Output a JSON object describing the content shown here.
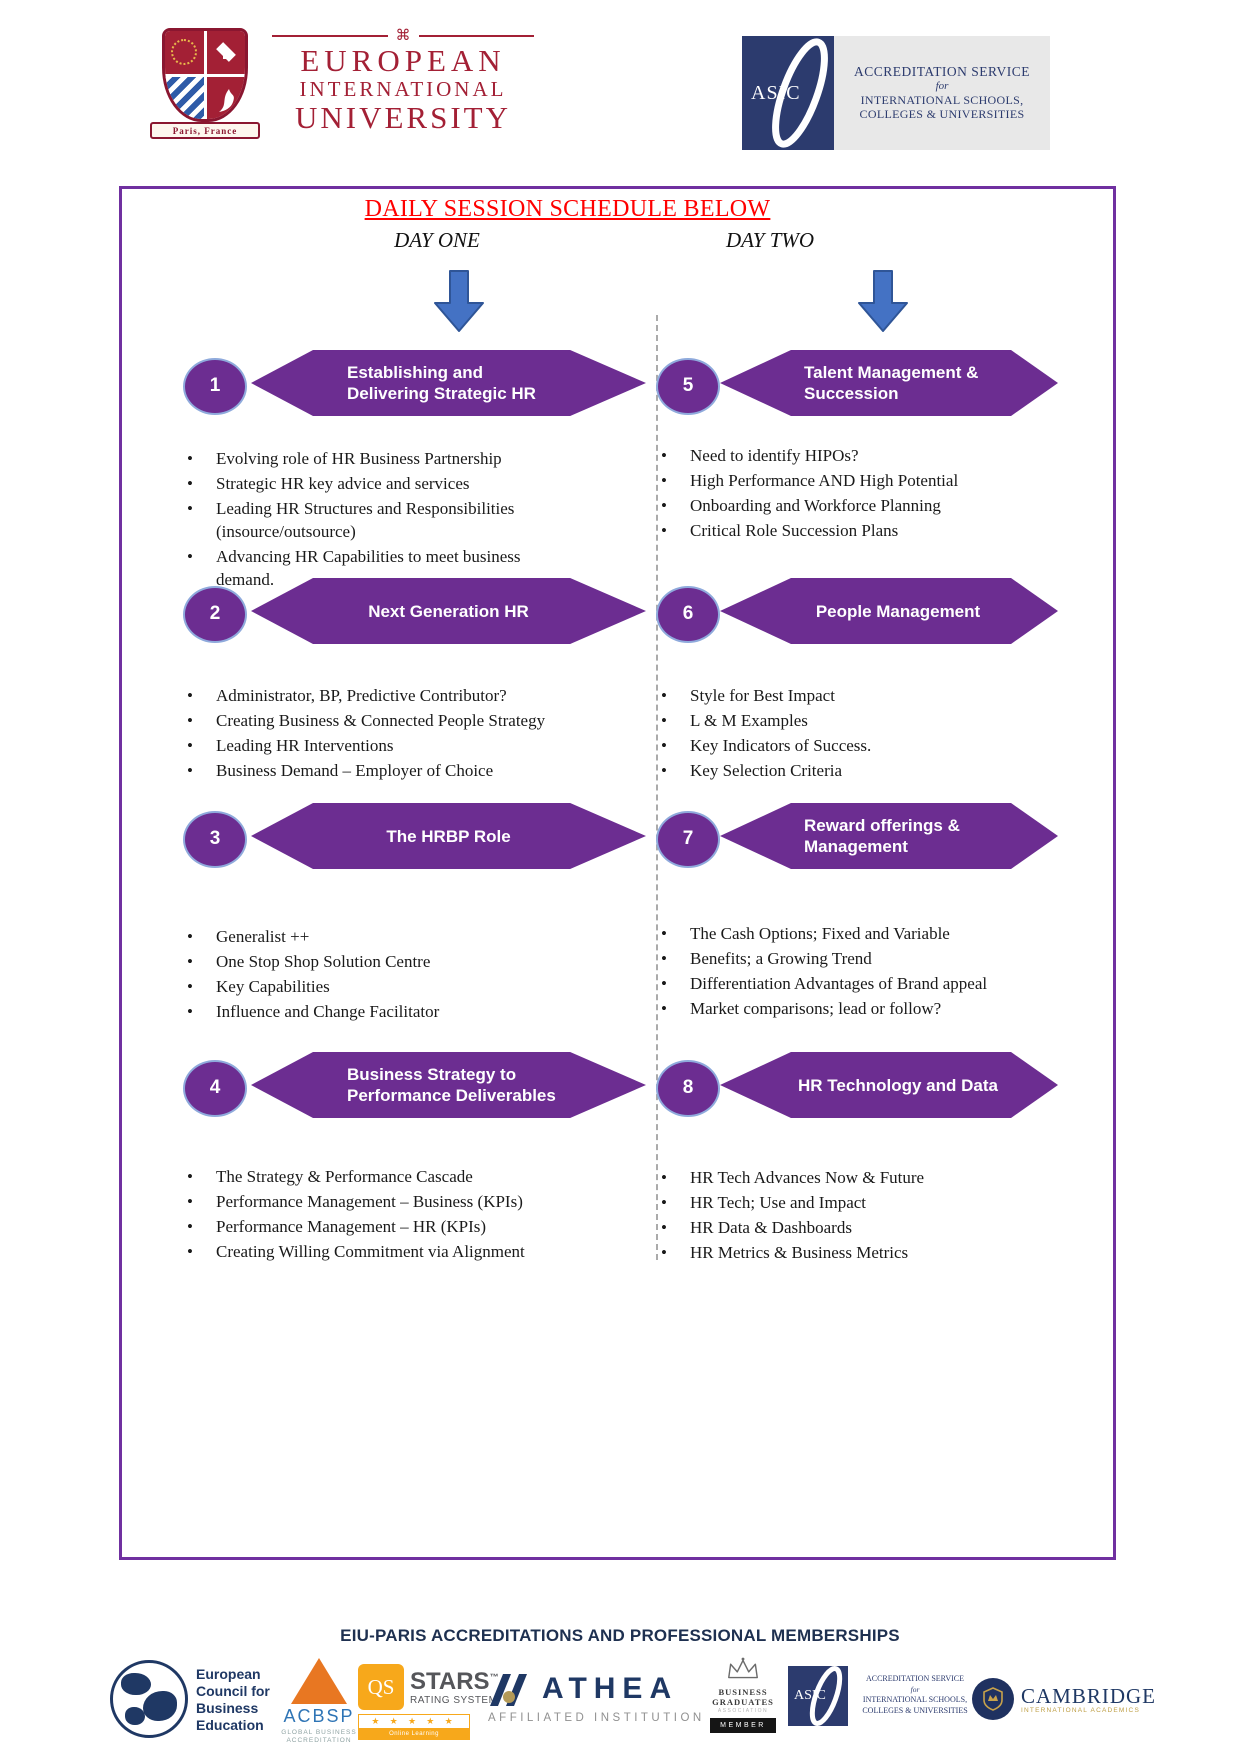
{
  "header": {
    "university_logo": {
      "ornament": "⌘",
      "line1": "EUROPEAN",
      "line2": "INTERNATIONAL",
      "line3": "UNIVERSITY",
      "ribbon": "Paris, France"
    },
    "asic_badge": {
      "acronym": "ASIC",
      "line1": "ACCREDITATION SERVICE",
      "line2": "for",
      "line3": "INTERNATIONAL SCHOOLS,",
      "line4": "COLLEGES & UNIVERSITIES"
    }
  },
  "schedule": {
    "title": "DAILY SESSION SCHEDULE BELOW",
    "day_one_label": "DAY ONE",
    "day_two_label": "DAY TWO",
    "day_one_sessions": [
      {
        "number": "1",
        "title_lines": [
          "Establishing and",
          "Delivering Strategic HR"
        ],
        "bullets": [
          "Evolving role of HR Business Partnership",
          "Strategic HR key advice and services",
          "Leading HR Structures and Responsibilities\n(insource/outsource)",
          "Advancing HR Capabilities to meet business demand."
        ]
      },
      {
        "number": "2",
        "title_lines": [
          "Next Generation HR"
        ],
        "bullets": [
          "Administrator, BP, Predictive Contributor?",
          "Creating Business & Connected People Strategy",
          "Leading HR Interventions",
          "Business Demand – Employer of Choice"
        ]
      },
      {
        "number": "3",
        "title_lines": [
          "The HRBP Role"
        ],
        "bullets": [
          "Generalist ++",
          "One Stop Shop Solution Centre",
          "Key Capabilities",
          "Influence and Change Facilitator"
        ]
      },
      {
        "number": "4",
        "title_lines": [
          "Business Strategy to",
          "Performance Deliverables"
        ],
        "bullets": [
          "The Strategy & Performance Cascade",
          "Performance Management – Business (KPIs)",
          "Performance Management – HR (KPIs)",
          "Creating Willing Commitment via Alignment"
        ]
      }
    ],
    "day_two_sessions": [
      {
        "number": "5",
        "title_lines": [
          "Talent Management &",
          "Succession"
        ],
        "bullets": [
          "Need to identify HIPOs?",
          "High Performance AND High Potential",
          "Onboarding and Workforce Planning",
          "Critical Role Succession Plans"
        ]
      },
      {
        "number": "6",
        "title_lines": [
          "People Management"
        ],
        "bullets": [
          "Style for Best Impact",
          "L & M Examples",
          "Key Indicators of Success.",
          "Key Selection Criteria"
        ]
      },
      {
        "number": "7",
        "title_lines": [
          "Reward offerings &",
          "Management"
        ],
        "bullets": [
          "The Cash Options; Fixed and Variable",
          "Benefits; a Growing Trend",
          "Differentiation Advantages of Brand appeal",
          "Market comparisons; lead or follow?"
        ]
      },
      {
        "number": "8",
        "title_lines": [
          "HR Technology and Data"
        ],
        "bullets": [
          "HR Tech Advances Now & Future",
          "HR Tech; Use and Impact",
          "HR Data & Dashboards",
          "HR Metrics & Business Metrics"
        ]
      }
    ]
  },
  "footer": {
    "heading": "EIU-PARIS ACCREDITATIONS AND PROFESSIONAL MEMBERSHIPS",
    "logos": {
      "ecbe": {
        "line1": "European",
        "line2": "Council for",
        "line3": "Business",
        "line4": "Education"
      },
      "acbsp": {
        "name": "ACBSP",
        "sub1": "GLOBAL BUSINESS",
        "sub2": "ACCREDITATION"
      },
      "qs": {
        "acronym": "QS",
        "word": "STARS",
        "tm": "™",
        "sub": "RATING SYSTEM",
        "stars_row": "★ ★ ★ ★ ★",
        "bar_label": "Online Learning"
      },
      "athea": {
        "name": "ATHEA",
        "sub": "AFFILIATED INSTITUTION"
      },
      "bga": {
        "line1": "BUSINESS",
        "line2": "GRADUATES",
        "line3": "ASSOCIATION",
        "badge": "MEMBER"
      },
      "asic": {
        "acronym": "ASIC",
        "line1": "ACCREDITATION SERVICE",
        "line2": "for",
        "line3": "INTERNATIONAL SCHOOLS,",
        "line4": "COLLEGES & UNIVERSITIES"
      },
      "cambridge": {
        "name": "CAMBRIDGE",
        "sub": "INTERNATIONAL ACADEMICS"
      }
    }
  },
  "colors": {
    "banner_purple": "#6C2D91",
    "box_border_purple": "#7030A0",
    "arrow_blue": "#4472C4",
    "title_red": "#FF0000",
    "university_crimson": "#A32035",
    "navy": "#1F3864"
  }
}
